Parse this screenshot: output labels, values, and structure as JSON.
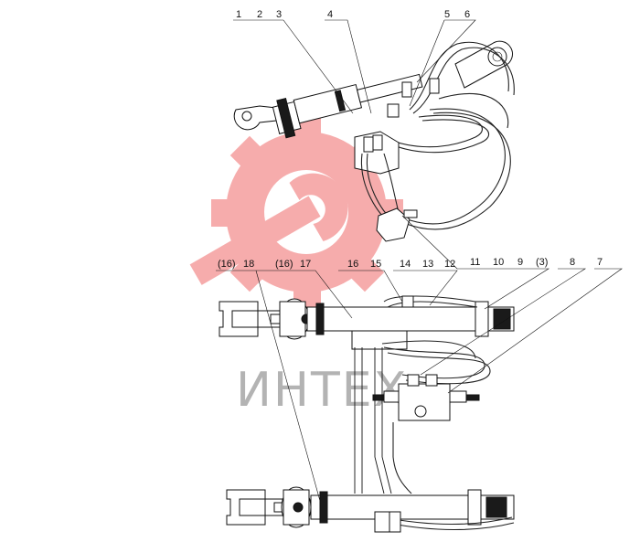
{
  "labels": {
    "top": [
      "1",
      "2",
      "3",
      "4",
      "5",
      "6"
    ],
    "mid_right": [
      "11",
      "10",
      "9",
      "(3)",
      "8",
      "7"
    ],
    "mid_left": [
      "(16)",
      "18",
      "(16)",
      "17",
      "16",
      "15",
      "14",
      "13",
      "12"
    ]
  },
  "watermark": {
    "text": "ИНТЕХ",
    "logo": "gear-wrench-logo",
    "color": "#f06a6a"
  }
}
